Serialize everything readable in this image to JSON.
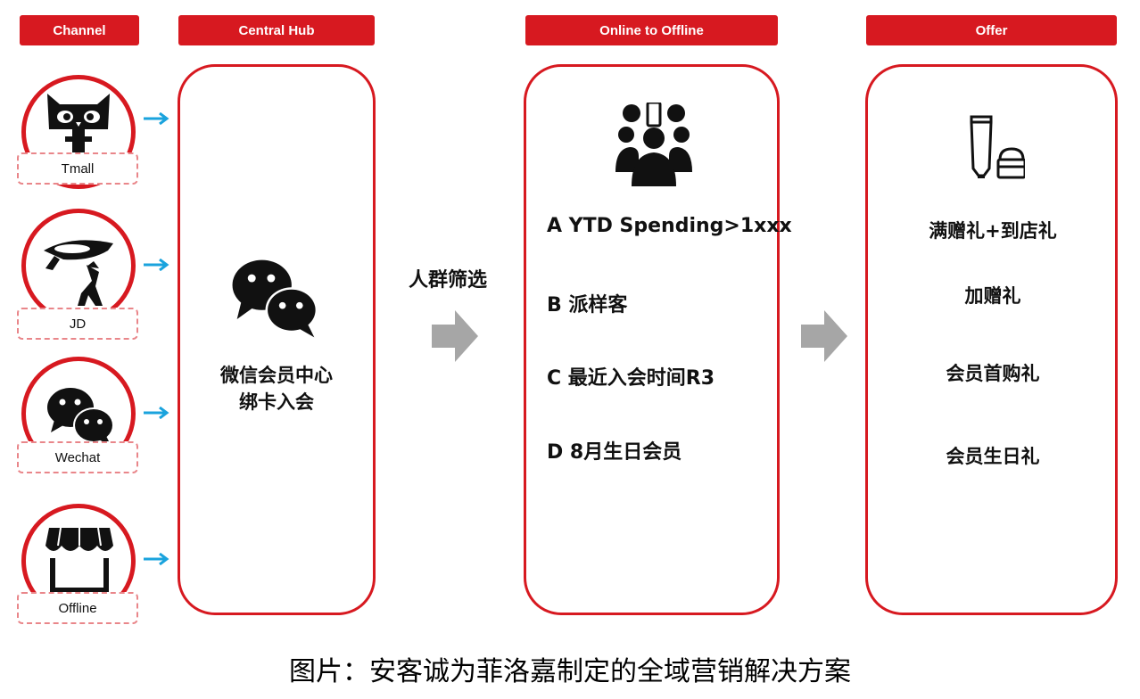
{
  "headers": {
    "channel": "Channel",
    "central_hub": "Central Hub",
    "o2o": "Online to Offline",
    "offer": "Offer"
  },
  "channels": [
    {
      "label": "Tmall",
      "icon": "tmall-cat-icon"
    },
    {
      "label": "JD",
      "icon": "jd-dog-icon"
    },
    {
      "label": "Wechat",
      "icon": "wechat-icon"
    },
    {
      "label": "Offline",
      "icon": "storefront-icon"
    }
  ],
  "hub": {
    "line1": "微信会员中心",
    "line2": "绑卡入会",
    "icon": "wechat-icon"
  },
  "filter_label": "人群筛选",
  "segments": [
    "A YTD Spending>1xxx",
    "B 派样客",
    "C 最近入会时间R3",
    "D 8月生日会员"
  ],
  "segments_icon": "crowd-people-icon",
  "offers": [
    "满赠礼+到店礼",
    "加赠礼",
    "会员首购礼",
    "会员生日礼"
  ],
  "offers_icon": "cosmetics-icon",
  "caption": "图片：安客诚为菲洛嘉制定的全域营销解决方案",
  "colors": {
    "brand_red": "#d71920",
    "arrow_blue": "#1aa3dd",
    "arrow_gray": "#a6a6a6"
  }
}
